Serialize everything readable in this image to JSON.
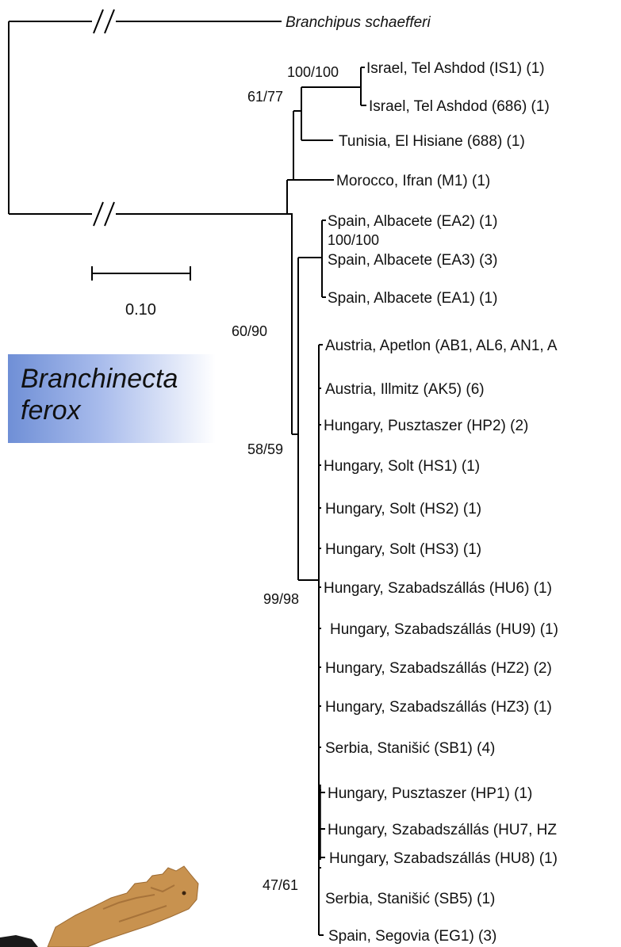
{
  "outgroup": "Branchipus schaefferi",
  "taxa": [
    "Israel, Tel Ashdod (IS1) (1)",
    "Israel, Tel Ashdod (686) (1)",
    "Tunisia, El Hisiane (688) (1)",
    "Morocco, Ifran (M1) (1)",
    "Spain, Albacete (EA2) (1)",
    "Spain, Albacete (EA3) (3)",
    "Spain, Albacete (EA1) (1)",
    "Austria, Apetlon (AB1, AL6, AN1, A",
    "Austria, Illmitz (AK5) (6)",
    "Hungary, Pusztaszer (HP2) (2)",
    "Hungary, Solt (HS1) (1)",
    "Hungary, Solt (HS2) (1)",
    "Hungary, Solt (HS3) (1)",
    "Hungary, Szabadszállás (HU6) (1)",
    "Hungary, Szabadszállás (HU9) (1)",
    "Hungary, Szabadszállás (HZ2) (2)",
    "Hungary, Szabadszállás (HZ3) (1)",
    "Serbia, Stanišić (SB1) (4)",
    "Hungary, Pusztaszer (HP1) (1)",
    "Hungary, Szabadszállás (HU7, HZ",
    "Hungary, Szabadszállás (HU8) (1)",
    "Serbia, Stanišić (SB5) (1)",
    "Spain, Segovia (EG1) (3)"
  ],
  "support_values": {
    "israel_clade": "100/100",
    "north_africa_clade": "61/77",
    "spain_albacete_clade": "100/100",
    "upper_clade": "60/90",
    "spain_europe_clade": "58/59",
    "europe_clade": "99/98",
    "sub_clade": "47/61"
  },
  "scale_bar": {
    "label": "0.10"
  },
  "species_label": "Branchinecta\nferox",
  "colors": {
    "branch": "#000000",
    "label_gradient_start": "#6f8fd6",
    "photo": "#c8924f"
  }
}
